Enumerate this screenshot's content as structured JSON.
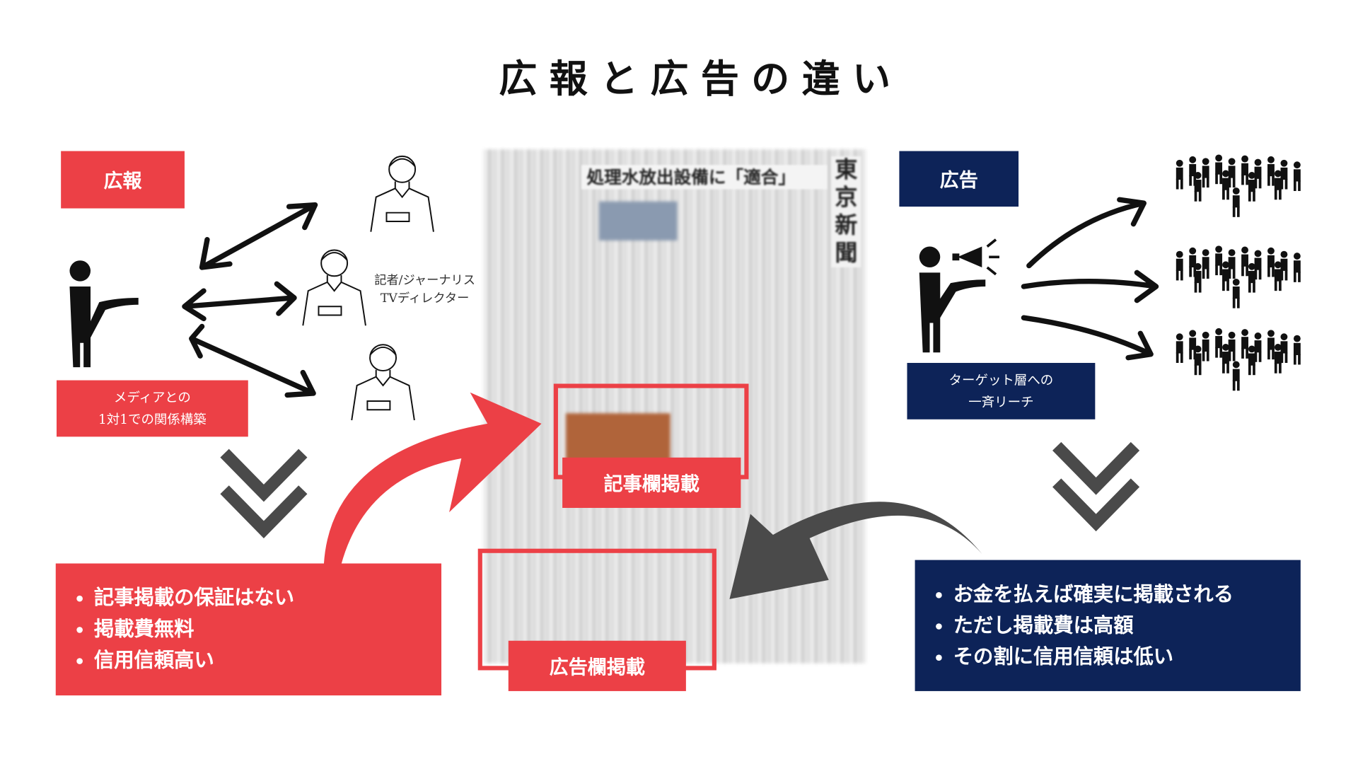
{
  "title": "広報と広告の違い",
  "left": {
    "tag": "広報",
    "relation_line1": "メディアとの",
    "relation_line2": "1対1での関係構築",
    "journalist_line1": "記者/ジャーナリス",
    "journalist_line2": "TVディレクター",
    "points": [
      "記事掲載の保証はない",
      "掲載費無料",
      "信用信頼高い"
    ]
  },
  "right": {
    "tag": "広告",
    "reach_line1": "ターゲット層への",
    "reach_line2": "一斉リーチ",
    "points": [
      "お金を払えば確実に掲載される",
      "ただし掲載費は高額",
      "その割に信用信頼は低い"
    ]
  },
  "newspaper": {
    "headline": "処理水放出設備に「適合」",
    "masthead": "東京新聞",
    "article_label": "記事欄掲載",
    "ad_label": "広告欄掲載"
  },
  "colors": {
    "red": "#ec4046",
    "navy": "#0d2358",
    "gray": "#4a4a4a"
  }
}
